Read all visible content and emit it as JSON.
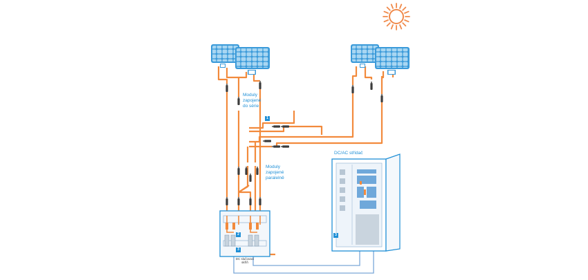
{
  "labels": {
    "series_modules": [
      "Moduly",
      "zapojené",
      "do série"
    ],
    "parallel_modules": [
      "Moduly",
      "zapojené",
      "paralelně"
    ],
    "inverter": "DC/AC střídač",
    "junction_box": [
      "DC slučovací",
      "skříň"
    ]
  },
  "badges": {
    "string_marker": "1",
    "junction_marker": "2",
    "fuse_marker": "3",
    "inverter_marker": "3"
  },
  "icons": {
    "sun": "sun-icon",
    "solar_panel": "solar-panel-icon",
    "connector": "mc4-connector-icon"
  },
  "colors": {
    "cable_dc": "#f28a3c",
    "cable_ac": "#7aa7d8",
    "accent": "#1f8fd6",
    "panel_cell": "#9fd0ef",
    "panel_frame": "#3a9ad9",
    "sun": "#f08a4b"
  }
}
